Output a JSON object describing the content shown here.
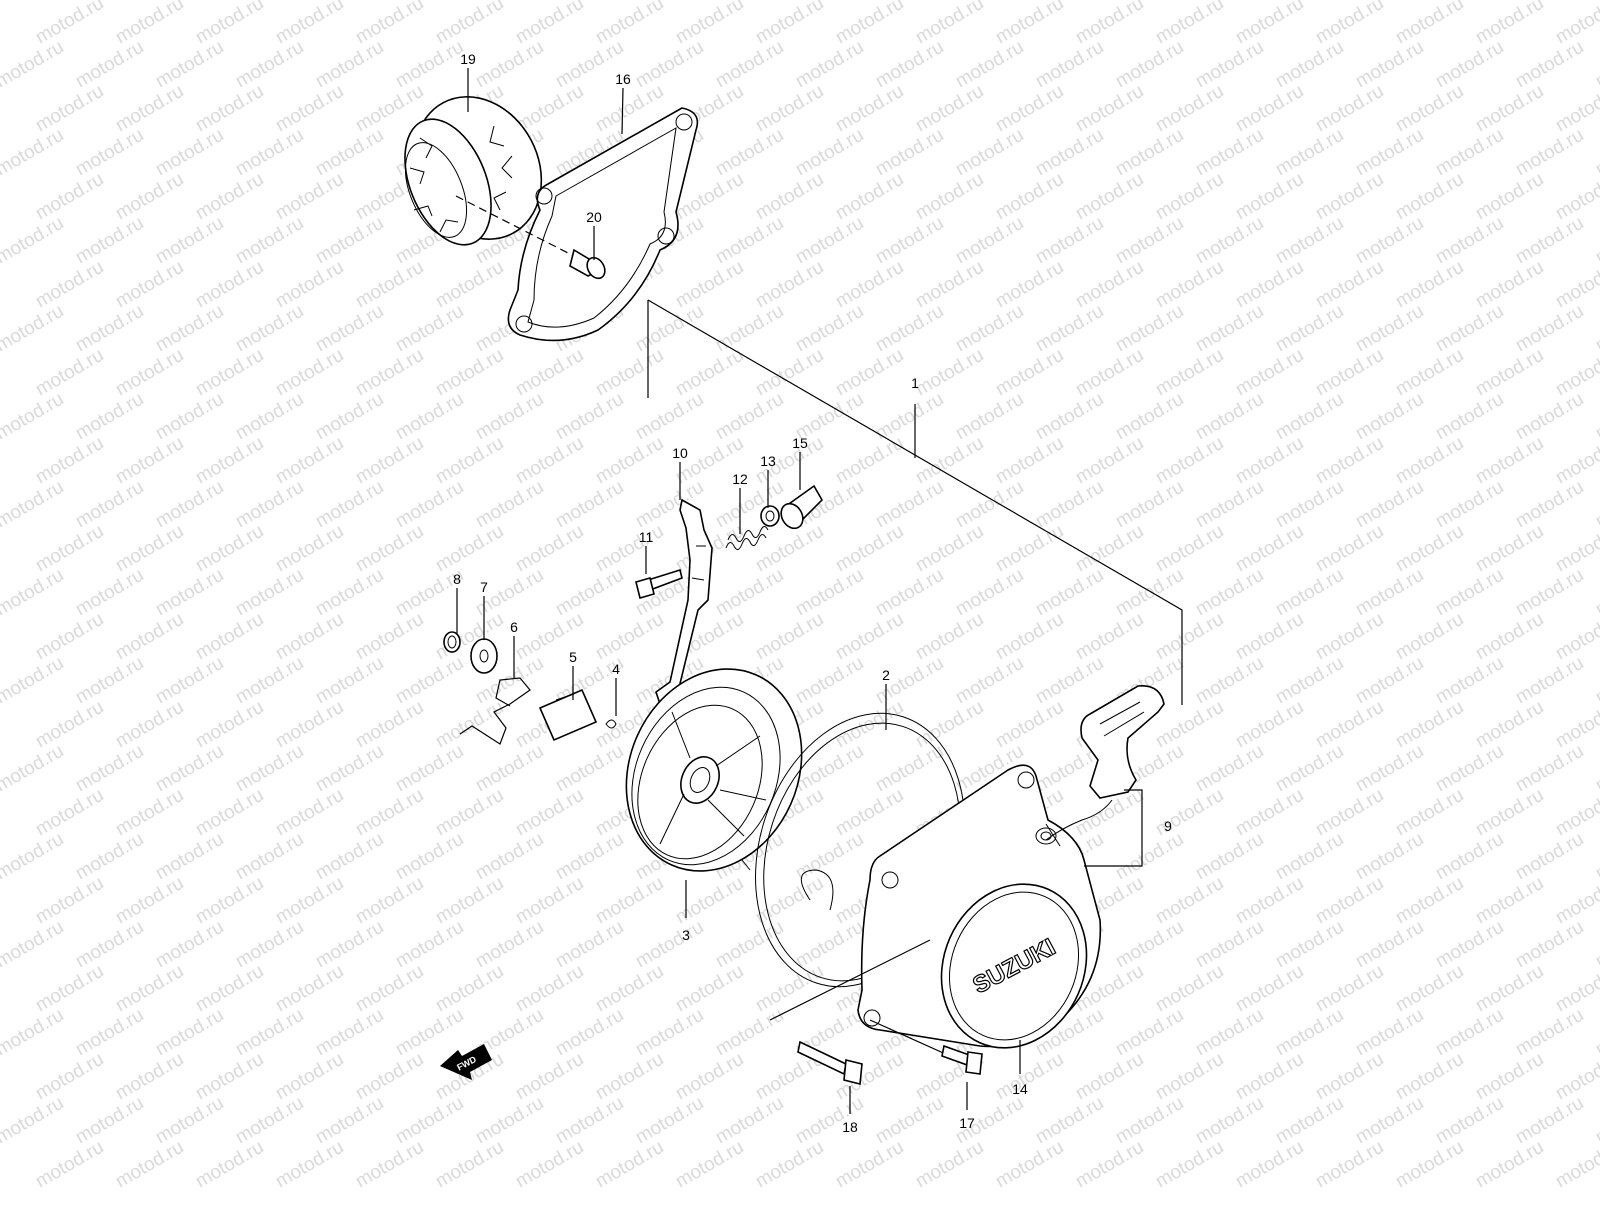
{
  "watermark": {
    "text": "motod.ru"
  },
  "logo": {
    "text": "SUZUKI"
  },
  "direction": {
    "text": "FWD"
  },
  "callouts": [
    {
      "id": "1",
      "label": "1"
    },
    {
      "id": "2",
      "label": "2"
    },
    {
      "id": "3",
      "label": "3"
    },
    {
      "id": "4",
      "label": "4"
    },
    {
      "id": "5",
      "label": "5"
    },
    {
      "id": "6",
      "label": "6"
    },
    {
      "id": "7",
      "label": "7"
    },
    {
      "id": "8",
      "label": "8"
    },
    {
      "id": "9",
      "label": "9"
    },
    {
      "id": "10",
      "label": "10"
    },
    {
      "id": "11",
      "label": "11"
    },
    {
      "id": "12",
      "label": "12"
    },
    {
      "id": "13",
      "label": "13"
    },
    {
      "id": "14",
      "label": "14"
    },
    {
      "id": "15",
      "label": "15"
    },
    {
      "id": "16",
      "label": "16"
    },
    {
      "id": "17",
      "label": "17"
    },
    {
      "id": "18",
      "label": "18"
    },
    {
      "id": "19",
      "label": "19"
    },
    {
      "id": "20",
      "label": "20"
    }
  ]
}
